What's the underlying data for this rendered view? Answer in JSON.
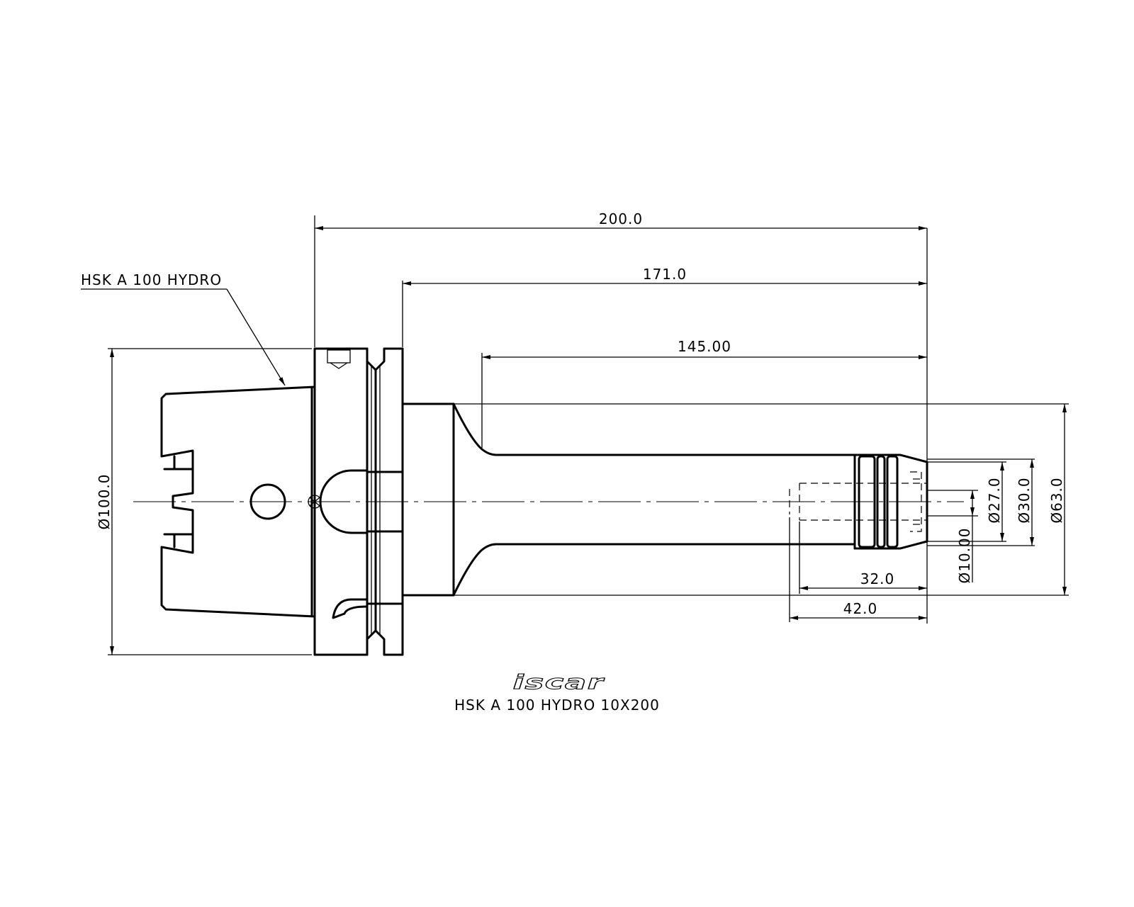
{
  "drawing": {
    "callout_label": "HSK A 100 HYDRO",
    "part_name": "HSK A 100 HYDRO 10X200",
    "logo_text": "iscar",
    "dimensions": {
      "overall_length": "200.0",
      "gauge_length": "171.0",
      "reach": "145.00",
      "flange_diameter": "Ø100.0",
      "body_diameter": "Ø63.0",
      "nose_diameter": "Ø30.0",
      "nose_front_diameter": "Ø27.0",
      "bore_diameter": "Ø10.00",
      "clamp_length": "32.0",
      "max_insertion": "42.0"
    }
  },
  "colors": {
    "line": "#000000",
    "background": "#ffffff"
  }
}
